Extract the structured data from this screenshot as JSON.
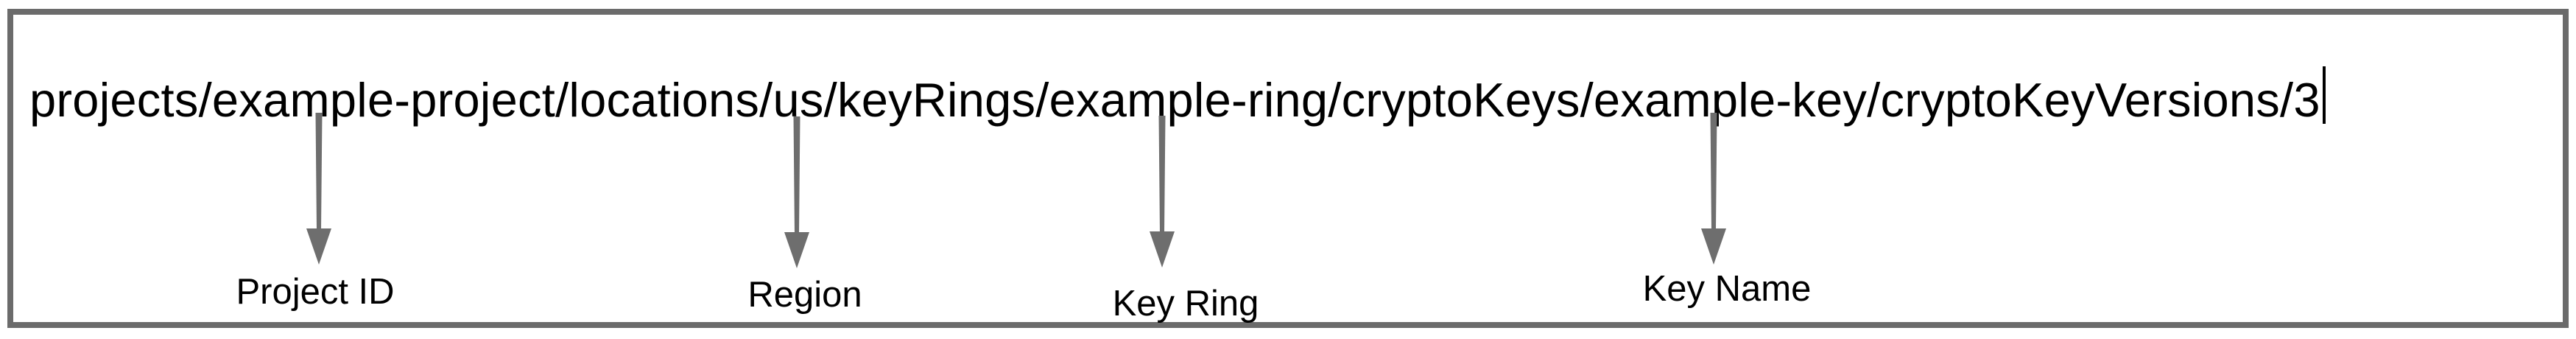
{
  "field": {
    "value": "projects/example-project/locations/us/keyRings/example-ring/cryptoKeys/example-key/cryptoKeyVersions/3"
  },
  "annotations": [
    {
      "label": "Project ID",
      "points_to": "example-project"
    },
    {
      "label": "Region",
      "points_to": "us"
    },
    {
      "label": "Key Ring",
      "points_to": "example-ring"
    },
    {
      "label": "Key Name",
      "points_to": "example-key"
    }
  ],
  "colors": {
    "frame_border": "#6b6b6b",
    "arrow": "#6e6e6e",
    "text": "#000000"
  }
}
